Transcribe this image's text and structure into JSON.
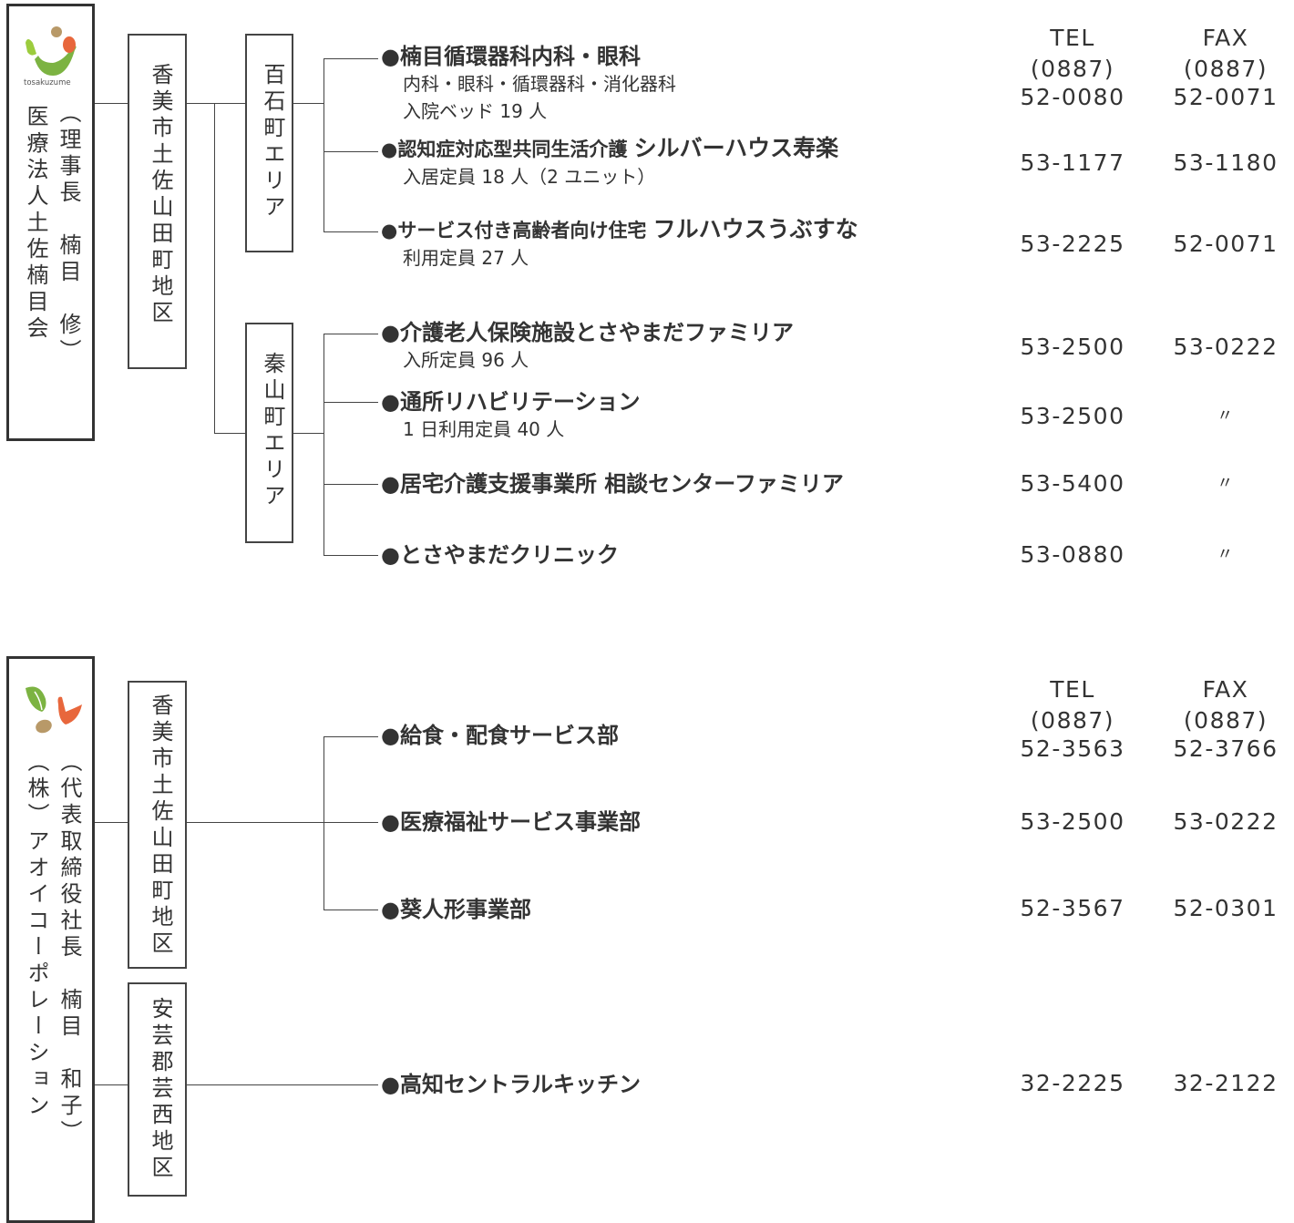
{
  "org1": {
    "name": "医療法人土佐楠目会",
    "head": "（理事長　楠目　修）",
    "logo_text": "tosakuzume",
    "district": "香美市土佐山田町地区",
    "areas": [
      {
        "name": "百石町エリア"
      },
      {
        "name": "秦山町エリア"
      }
    ],
    "header": {
      "tel": "TEL",
      "fax": "FAX",
      "tel_area": "(0887)",
      "fax_area": "(0887)"
    },
    "facilities": [
      {
        "name": "●楠目循環器科内科・眼科",
        "subs": [
          "内科・眼科・循環器科・消化器科",
          "入院ベッド 19 人"
        ],
        "tel": "52-0080",
        "fax": "52-0071"
      },
      {
        "name_a": "●認知症対応型共同生活介護 ",
        "name_b": "シルバーハウス寿楽",
        "subs": [
          "入居定員 18 人（2 ユニット）"
        ],
        "tel": "53-1177",
        "fax": "53-1180"
      },
      {
        "name_a": "●サービス付き高齢者向け住宅 ",
        "name_b": "フルハウスうぶすな",
        "subs": [
          "利用定員 27 人"
        ],
        "tel": "53-2225",
        "fax": "52-0071"
      },
      {
        "name": "●介護老人保険施設とさやまだファミリア",
        "subs": [
          "入所定員 96 人"
        ],
        "tel": "53-2500",
        "fax": "53-0222"
      },
      {
        "name": "●通所リハビリテーション",
        "subs": [
          "1 日利用定員 40 人"
        ],
        "tel": "53-2500",
        "fax": "〃"
      },
      {
        "name": "●居宅介護支援事業所 相談センターファミリア",
        "subs": [],
        "tel": "53-5400",
        "fax": "〃"
      },
      {
        "name": "●とさやまだクリニック",
        "subs": [],
        "tel": "53-0880",
        "fax": "〃"
      }
    ]
  },
  "org2": {
    "name": "（株）アオイコーポレーション",
    "head": "（代表取締役社長　楠目　和子）",
    "districts": [
      {
        "name": "香美市土佐山田町地区"
      },
      {
        "name": "安芸郡芸西地区"
      }
    ],
    "header": {
      "tel": "TEL",
      "fax": "FAX",
      "tel_area": "(0887)",
      "fax_area": "(0887)"
    },
    "facilities": [
      {
        "name": "●給食・配食サービス部",
        "tel": "52-3563",
        "fax": "52-3766"
      },
      {
        "name": "●医療福祉サービス事業部",
        "tel": "53-2500",
        "fax": "53-0222"
      },
      {
        "name": "●葵人形事業部",
        "tel": "52-3567",
        "fax": "52-0301"
      },
      {
        "name": "●高知セントラルキッチン",
        "tel": "32-2225",
        "fax": "32-2122"
      }
    ]
  },
  "colors": {
    "line": "#444444",
    "text": "#333333",
    "logo_green": "#7cb342",
    "logo_orange": "#e8673c",
    "logo_brown": "#b89968"
  }
}
